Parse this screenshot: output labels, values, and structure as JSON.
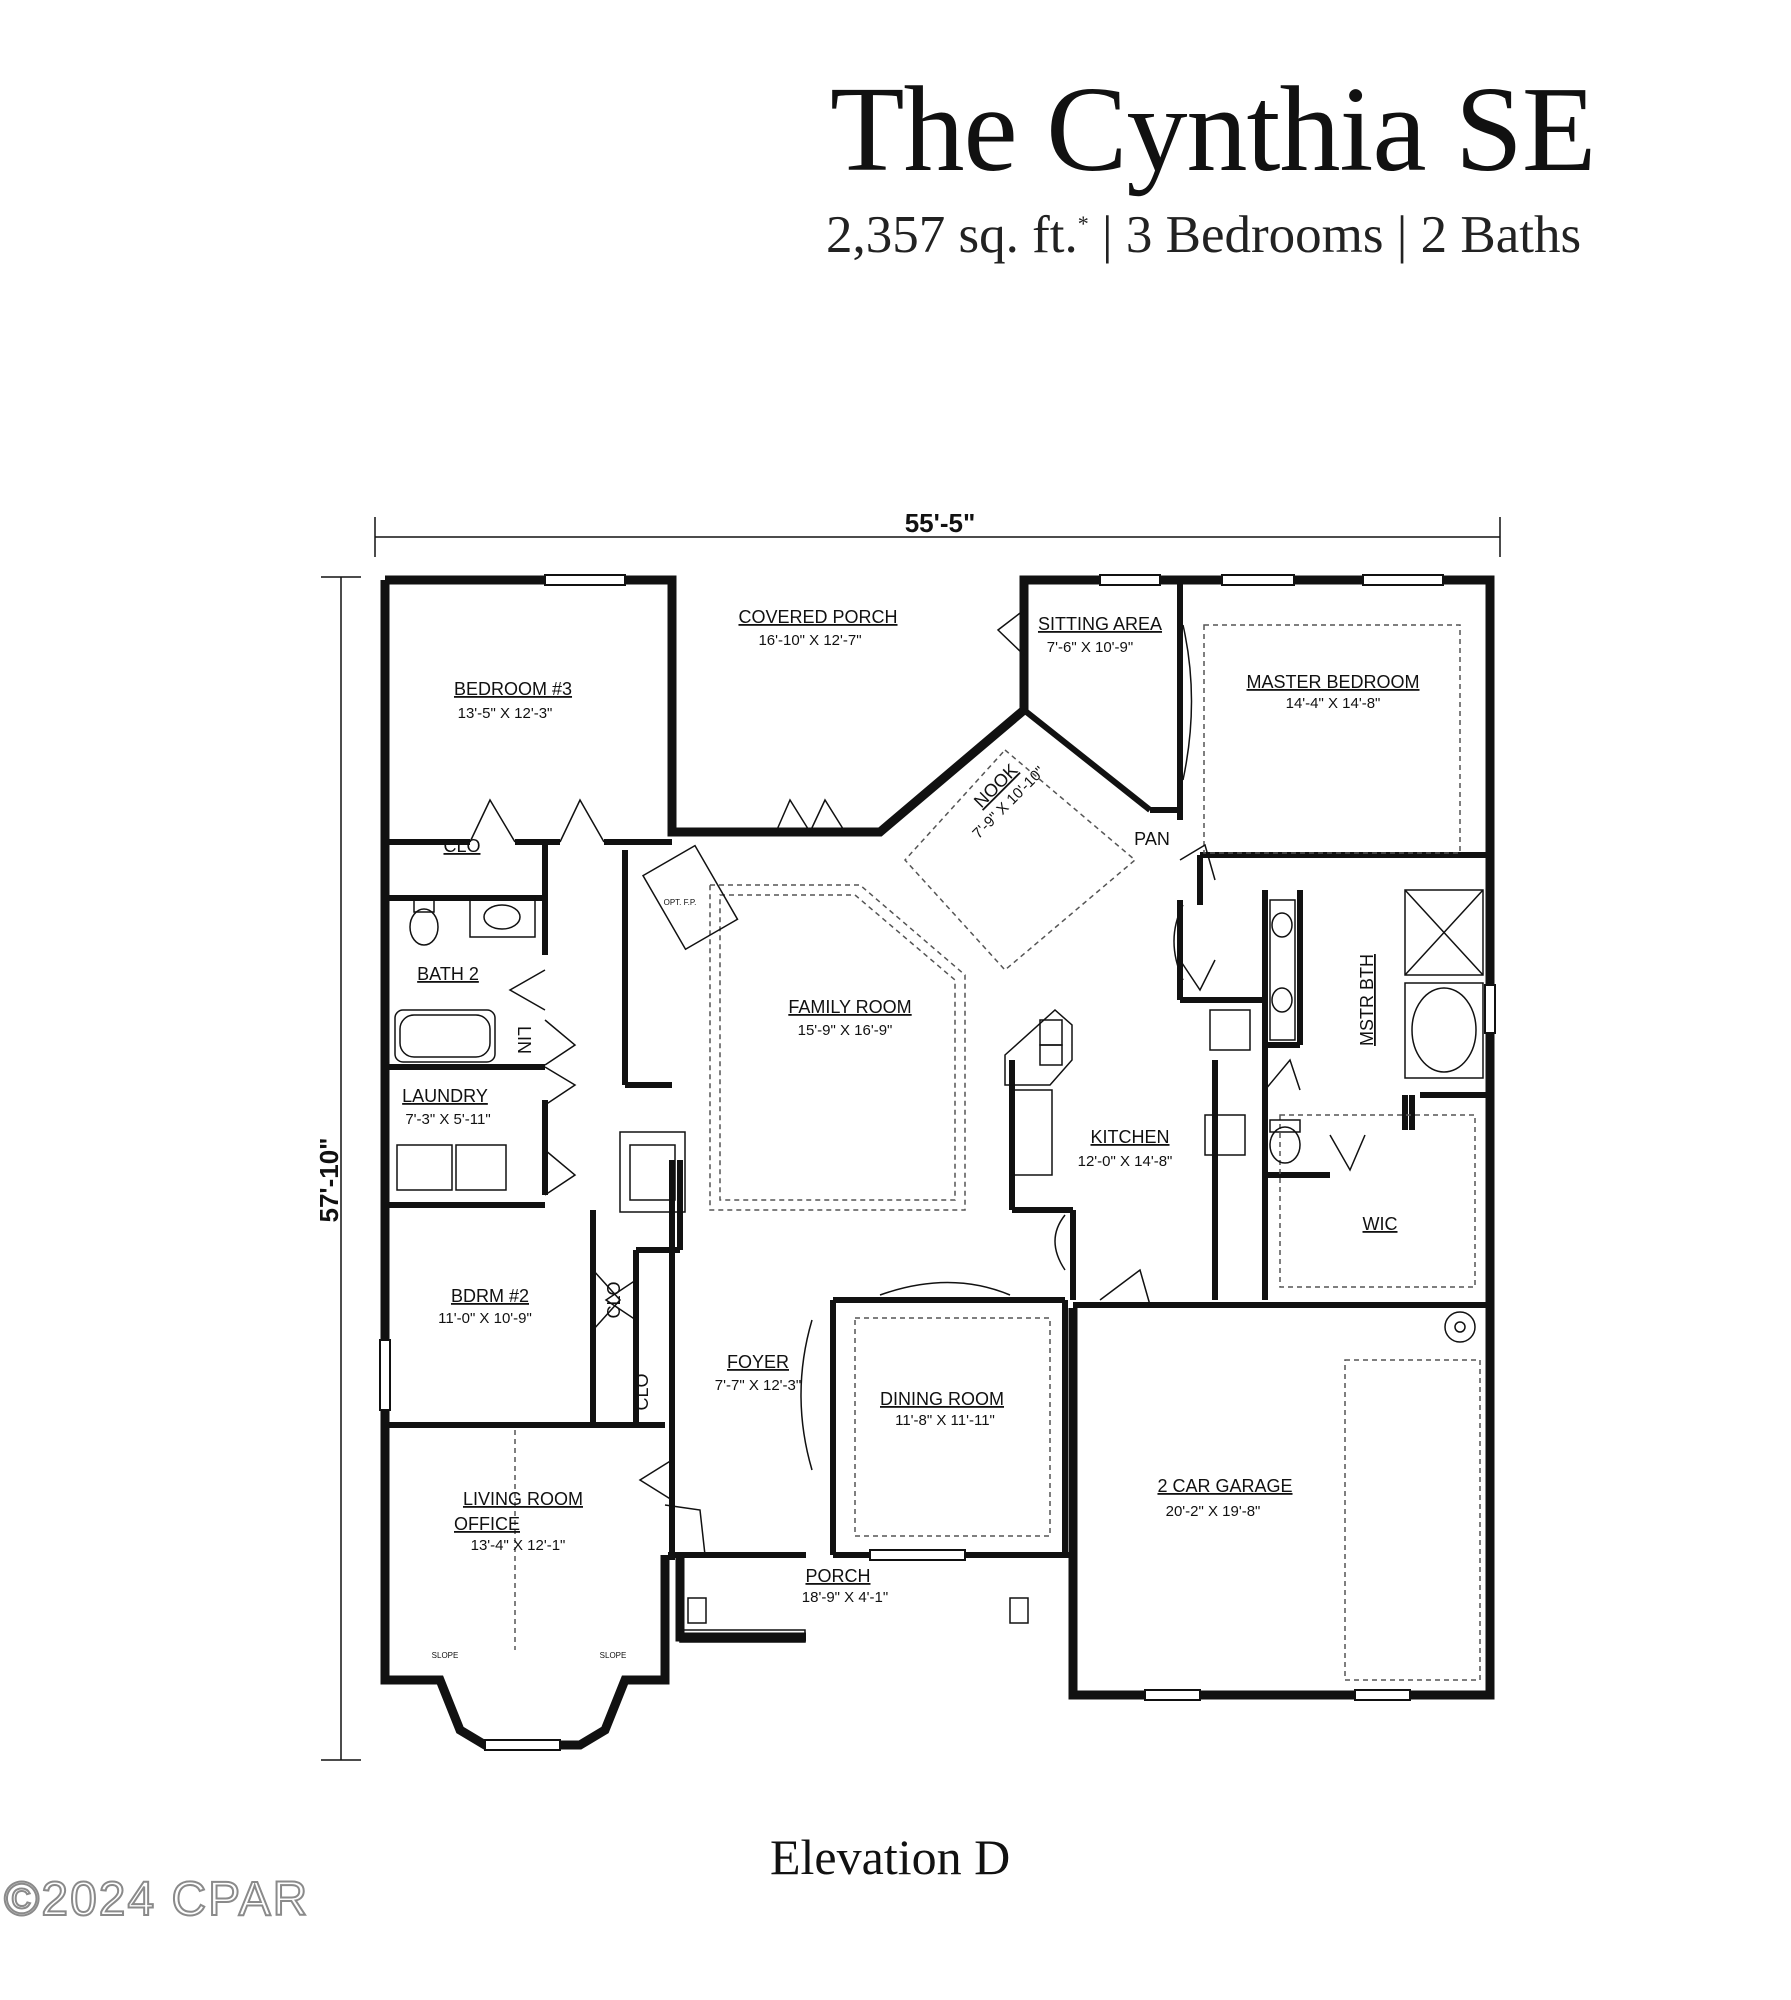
{
  "title": "The Cynthia SE",
  "subtitle": {
    "sqft": "2,357  sq. ft.",
    "asterisk": "*",
    "rest": " | 3 Bedrooms | 2 Baths"
  },
  "dimensions": {
    "width": "55'-5\"",
    "depth": "57'-10\""
  },
  "rooms": {
    "bedroom3": {
      "name": "BEDROOM #3",
      "size": "13'-5\" X 12'-3\""
    },
    "covered_porch": {
      "name": "COVERED PORCH",
      "size": "16'-10\" X 12'-7\""
    },
    "sitting_area": {
      "name": "SITTING AREA",
      "size": "7'-6\" X 10'-9\""
    },
    "master_bedroom": {
      "name": "MASTER BEDROOM",
      "size": "14'-4\" X 14'-8\""
    },
    "nook": {
      "name": "NOOK",
      "size": "7'-9\" X 10'-10\""
    },
    "clo_bed3": "CLO",
    "bath2": "BATH 2",
    "lin": "LIN",
    "pan": "PAN",
    "opt_fp": "OPT. F.P.",
    "family_room": {
      "name": "FAMILY ROOM",
      "size": "15'-9\" X 16'-9\""
    },
    "mstr_bth": "MSTR BTH",
    "laundry": {
      "name": "LAUNDRY",
      "size": "7'-3\" X 5'-11\""
    },
    "kitchen": {
      "name": "KITCHEN",
      "size": "12'-0\" X 14'-8\""
    },
    "wic": "WIC",
    "bdrm2": {
      "name": "BDRM #2",
      "size": "11'-0\" X 10'-9\""
    },
    "clo_a": "CLO",
    "clo_b": "CLO",
    "foyer": {
      "name": "FOYER",
      "size": "7'-7\" X 12'-3\""
    },
    "dining_room": {
      "name": "DINING ROOM",
      "size": "11'-8\" X 11'-11\""
    },
    "living_room": {
      "name1": "LIVING ROOM",
      "name2": "OFFICE",
      "size": "13'-4\" X 12'-1\""
    },
    "garage": {
      "name": "2 CAR GARAGE",
      "size": "20'-2\" X 19'-8\""
    },
    "porch": {
      "name": "PORCH",
      "size": "18'-9\" X 4'-1\""
    },
    "slope_left": "SLOPE",
    "slope_right": "SLOPE"
  },
  "elevation": "Elevation D",
  "copyright": "©2024 CPAR"
}
